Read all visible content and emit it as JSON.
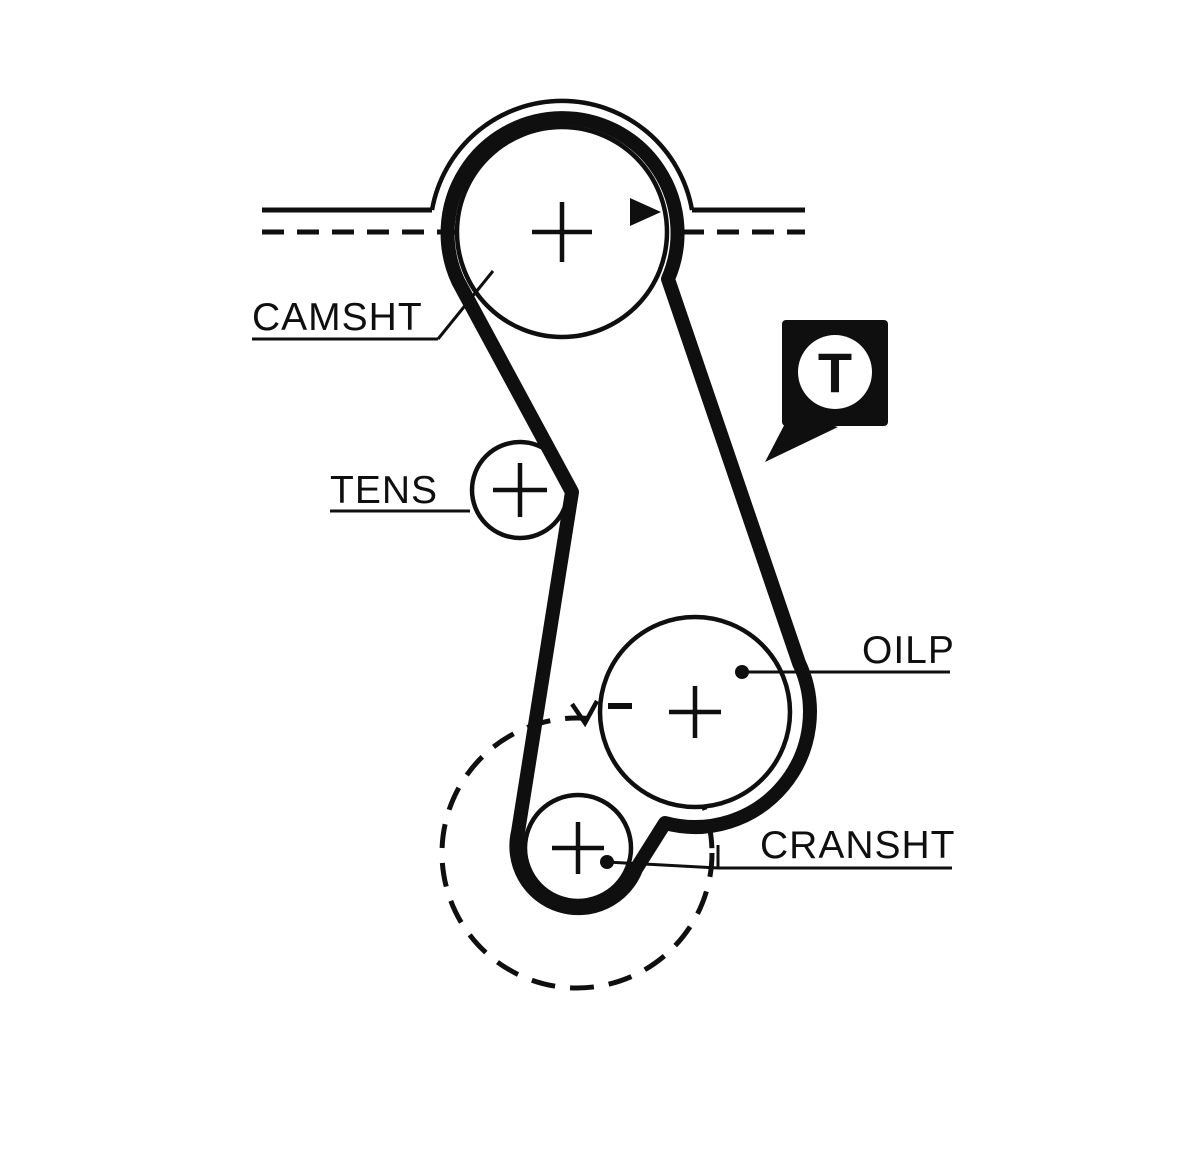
{
  "diagram": {
    "labels": {
      "camshaft": "CAMSHT",
      "tensioner": "TENS",
      "oil_pump": "OILP",
      "crankshaft": "CRANSHT"
    },
    "badge": {
      "letter": "T"
    },
    "colors": {
      "ink": "#0f0f0f",
      "background": "#ffffff"
    }
  }
}
